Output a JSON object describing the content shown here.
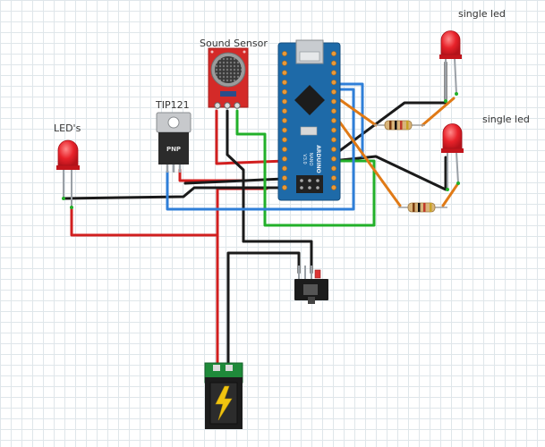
{
  "labels": {
    "sound_sensor": "Sound Sensor",
    "tip121": "TIP121",
    "leds": "LED's",
    "single_led_top": "single led",
    "single_led_bottom": "single led",
    "transistor_marking": "PNP",
    "nano_line1": "ARDUINO",
    "nano_line2": "NANO",
    "nano_line3": "V3.0"
  },
  "colors": {
    "wire_red": "#d11f1f",
    "wire_black": "#1a1a1a",
    "wire_green": "#22b02a",
    "wire_blue": "#2f7fd8",
    "wire_orange": "#e07a16",
    "led_red": "#e8222a",
    "arduino_blue": "#1e6aa8",
    "sensor_red": "#d42a28",
    "pcb_green": "#1f8a3a"
  },
  "icons": [
    "lightning-icon"
  ]
}
